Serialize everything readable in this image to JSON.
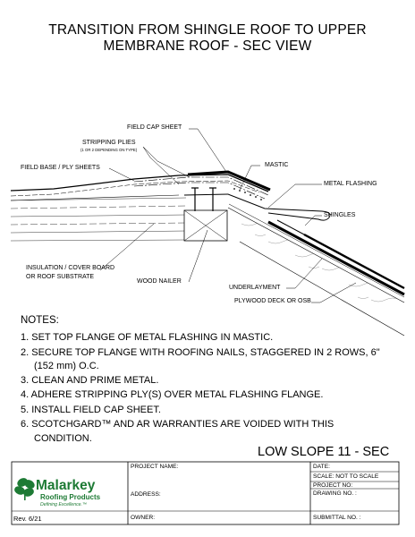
{
  "title": {
    "line1": "TRANSITION FROM SHINGLE ROOF TO UPPER",
    "line2": "MEMBRANE ROOF - SEC VIEW"
  },
  "callouts": {
    "field_cap_sheet": "FIELD CAP SHEET",
    "stripping_plies": "STRIPPING PLIES",
    "stripping_plies_note": "(1 OR 2 DEPENDING ON TYPE)",
    "field_base": "FIELD BASE / PLY SHEETS",
    "mastic": "MASTIC",
    "metal_flashing": "METAL FLASHING",
    "shingles": "SHINGLES",
    "insulation_1": "INSULATION / COVER BOARD",
    "insulation_2": "OR ROOF SUBSTRATE",
    "wood_nailer": "WOOD NAILER",
    "underlayment": "UNDERLAYMENT",
    "plywood": "PLYWOOD DECK OR OSB"
  },
  "notes": {
    "heading": "NOTES:",
    "n1": "1. SET TOP FLANGE OF METAL FLASHING IN MASTIC.",
    "n2": "2. SECURE TOP FLANGE WITH ROOFING NAILS, STAGGERED IN 2 ROWS, 6\"",
    "n2b": "(152 mm) O.C.",
    "n3": "3. CLEAN AND PRIME METAL.",
    "n4": "4. ADHERE STRIPPING PLY(S) OVER METAL FLASHING FLANGE.",
    "n5": "5. INSTALL FIELD CAP SHEET.",
    "n6": "6. SCOTCHGARD™ AND AR WARRANTIES ARE VOIDED WITH THIS",
    "n6b": "CONDITION."
  },
  "detail_ref": "LOW SLOPE 11 - SEC",
  "title_block": {
    "project_name": "PROJECT NAME:",
    "address": "ADDRESS:",
    "owner": "OWNER:",
    "date": "DATE:",
    "scale": "SCALE:  NOT TO SCALE",
    "project_no": "PROJECT NO:",
    "drawing_no": "DRAWING NO. :",
    "submittal_no": "SUBMITTAL NO. :",
    "revision": "Rev. 6/21",
    "logo_line1": "Malarkey",
    "logo_line2": "Roofing Products",
    "logo_tagline": "Defining Excellence.™"
  },
  "colors": {
    "brand_green": "#1d7a34",
    "line": "#000000"
  }
}
